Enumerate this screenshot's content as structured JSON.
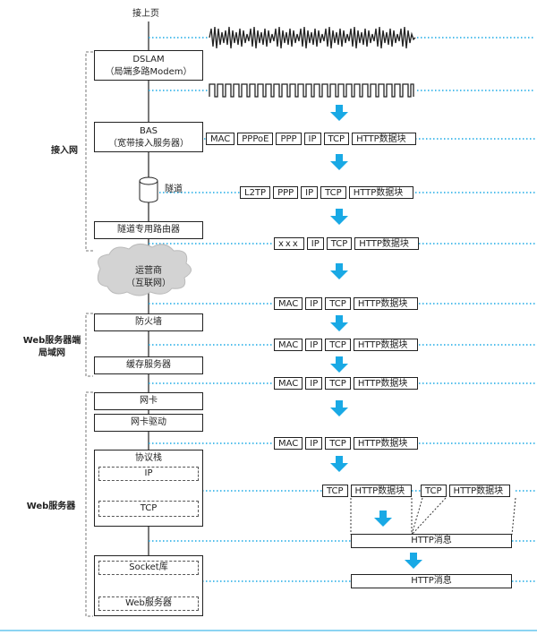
{
  "top_label": "接上页",
  "groups": {
    "access_net": "接入网",
    "server_lan": "Web服务器端\n局域网",
    "web_server": "Web服务器"
  },
  "devices": {
    "dslam": "DSLAM\n（局端多路Modem）",
    "bas": "BAS\n（宽带接入服务器）",
    "tunnel": "隧道",
    "tunnel_router": "隧道专用路由器",
    "isp": "运营商\n（互联网）",
    "firewall": "防火墙",
    "cache": "缓存服务器",
    "nic": "网卡",
    "nic_driver": "网卡驱动",
    "stack": "协议栈",
    "ip": "IP",
    "tcp": "TCP",
    "socket": "Socket库",
    "web_app": "Web服务器"
  },
  "packets": {
    "bas_row": [
      "MAC",
      "PPPoE",
      "PPP",
      "IP",
      "TCP",
      "HTTP数据块"
    ],
    "tunnel_row": [
      "L2TP",
      "PPP",
      "IP",
      "TCP",
      "HTTP数据块"
    ],
    "router_row": [
      "xxx",
      "IP",
      "TCP",
      "HTTP数据块"
    ],
    "isp_row": [
      "MAC",
      "IP",
      "TCP",
      "HTTP数据块"
    ],
    "fw_row": [
      "MAC",
      "IP",
      "TCP",
      "HTTP数据块"
    ],
    "cache_row": [
      "MAC",
      "IP",
      "TCP",
      "HTTP数据块"
    ],
    "driver_row": [
      "MAC",
      "IP",
      "TCP",
      "HTTP数据块"
    ],
    "ip_row_a": [
      "TCP",
      "HTTP数据块"
    ],
    "ip_row_b": [
      "TCP",
      "HTTP数据块"
    ],
    "http_msg_1": "HTTP消息",
    "http_msg_2": "HTTP消息"
  },
  "colors": {
    "arrow": "#19a9e5",
    "dotted": "#19a9e5",
    "cloud": "#cfcfcf"
  }
}
